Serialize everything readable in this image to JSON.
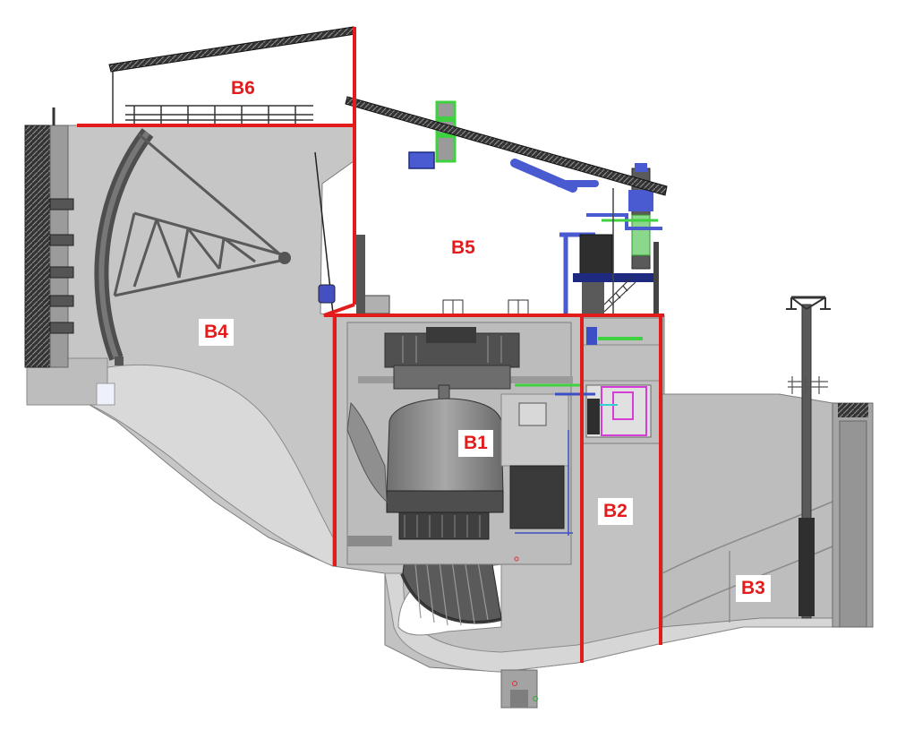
{
  "zones": {
    "b1": {
      "label": "B1"
    },
    "b2": {
      "label": "B2"
    },
    "b3": {
      "label": "B3"
    },
    "b4": {
      "label": "B4"
    },
    "b5": {
      "label": "B5"
    },
    "b6": {
      "label": "B6"
    }
  },
  "colors": {
    "boundary": "#e31b1b",
    "label_text": "#e31b1b",
    "concrete_light": "#d2d2d2",
    "concrete_mid": "#b4b4b4",
    "concrete_dark": "#8c8c8c",
    "steel_dark": "#4a4a4a",
    "pipe_blue": "#3c4fc4",
    "pipe_green": "#3fd13f",
    "pipe_magenta": "#d63cd6"
  }
}
